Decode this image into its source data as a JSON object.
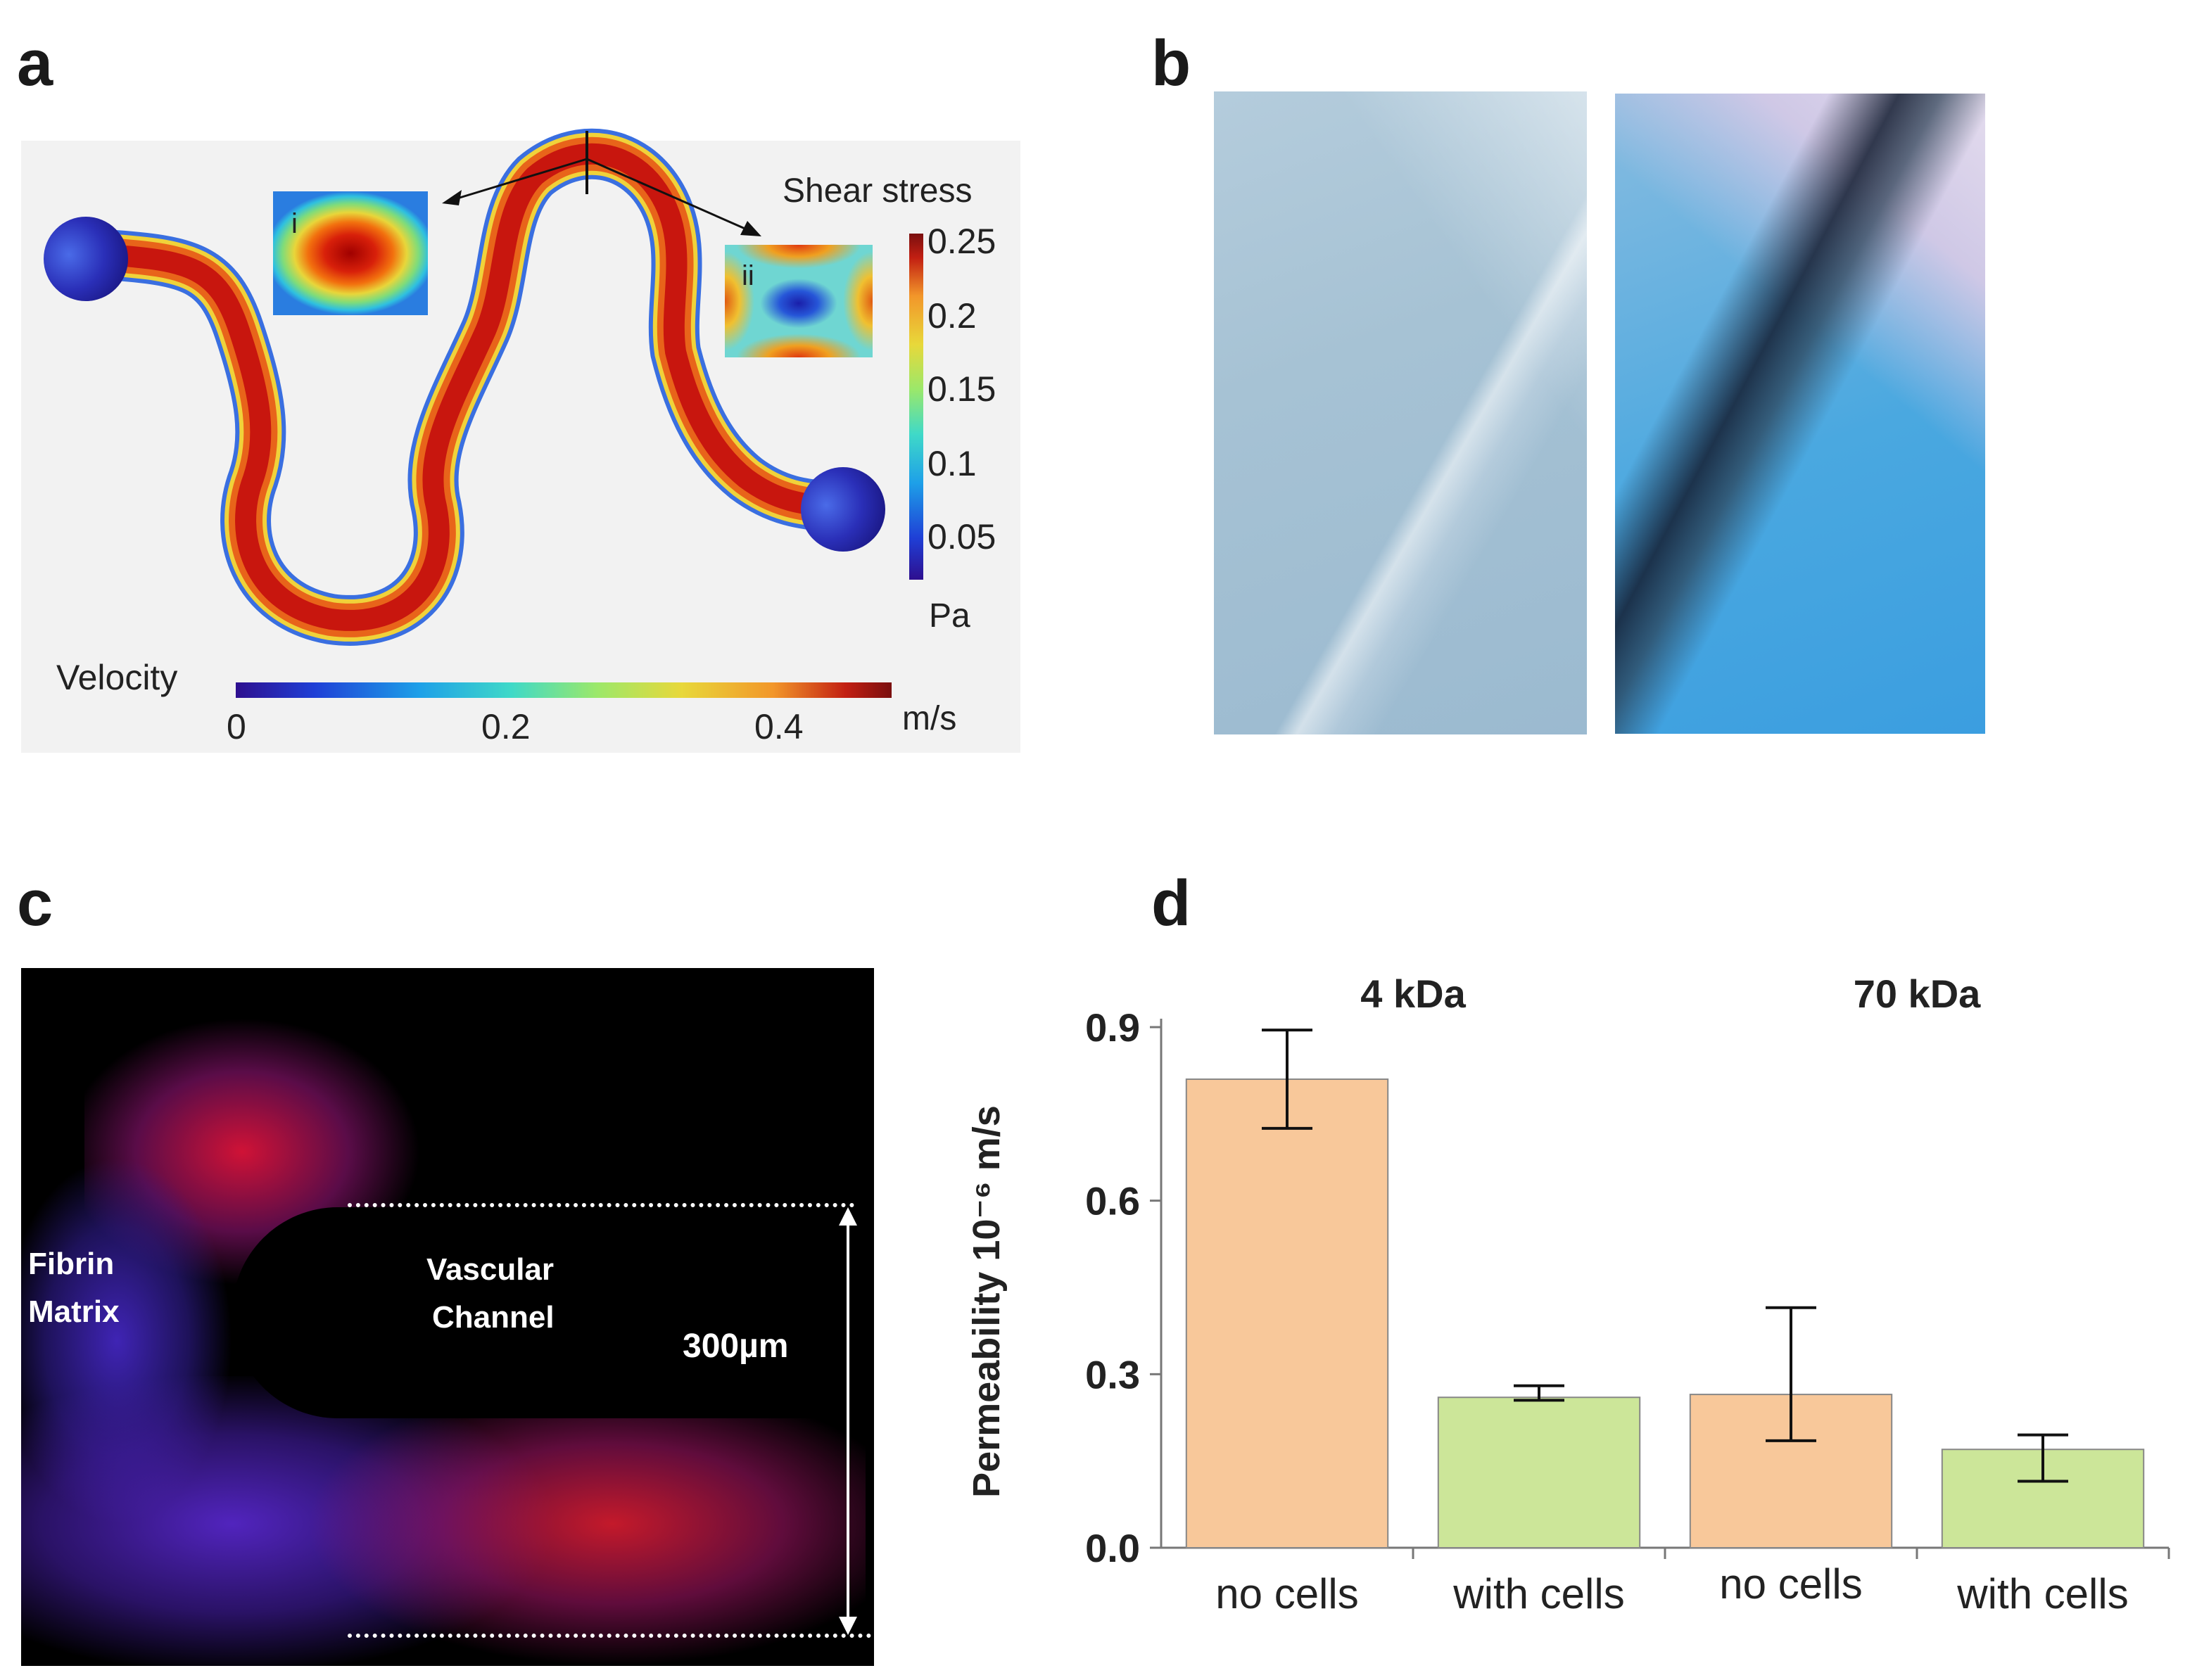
{
  "panels": {
    "a": "a",
    "b": "b",
    "c": "c",
    "d": "d"
  },
  "panel_a": {
    "shear_title": "Shear stress",
    "shear_ticks": [
      "0.25",
      "0.2",
      "0.15",
      "0.1",
      "0.05"
    ],
    "shear_unit": "Pa",
    "velocity_label": "Velocity",
    "velocity_ticks": [
      "0",
      "0.2",
      "0.4"
    ],
    "velocity_unit": "m/s",
    "inset_i": "i",
    "inset_ii": "ii"
  },
  "panel_c": {
    "fibrin": "Fibrin\nMatrix",
    "fibrin_l1": "Fibrin",
    "fibrin_l2": "Matrix",
    "vascular_l1": "Vascular",
    "vascular_l2": "Channel",
    "scale": "300µm"
  },
  "chart_data": {
    "type": "bar",
    "group_labels": [
      "4 kDa",
      "70 kDa"
    ],
    "categories": [
      "no cells",
      "with cells",
      "no cells",
      "with cells"
    ],
    "values": [
      0.81,
      0.26,
      0.265,
      0.17
    ],
    "errors_low": [
      0.725,
      0.255,
      0.185,
      0.115
    ],
    "errors_high": [
      0.895,
      0.28,
      0.415,
      0.195
    ],
    "colors": [
      "#f8c89a",
      "#cce699",
      "#f8c89a",
      "#cce699"
    ],
    "ylabel": "Permeability  10⁻⁶ m/s",
    "ylim": [
      0,
      0.9
    ],
    "yticks": [
      "0.0",
      "0.3",
      "0.6",
      "0.9"
    ]
  }
}
